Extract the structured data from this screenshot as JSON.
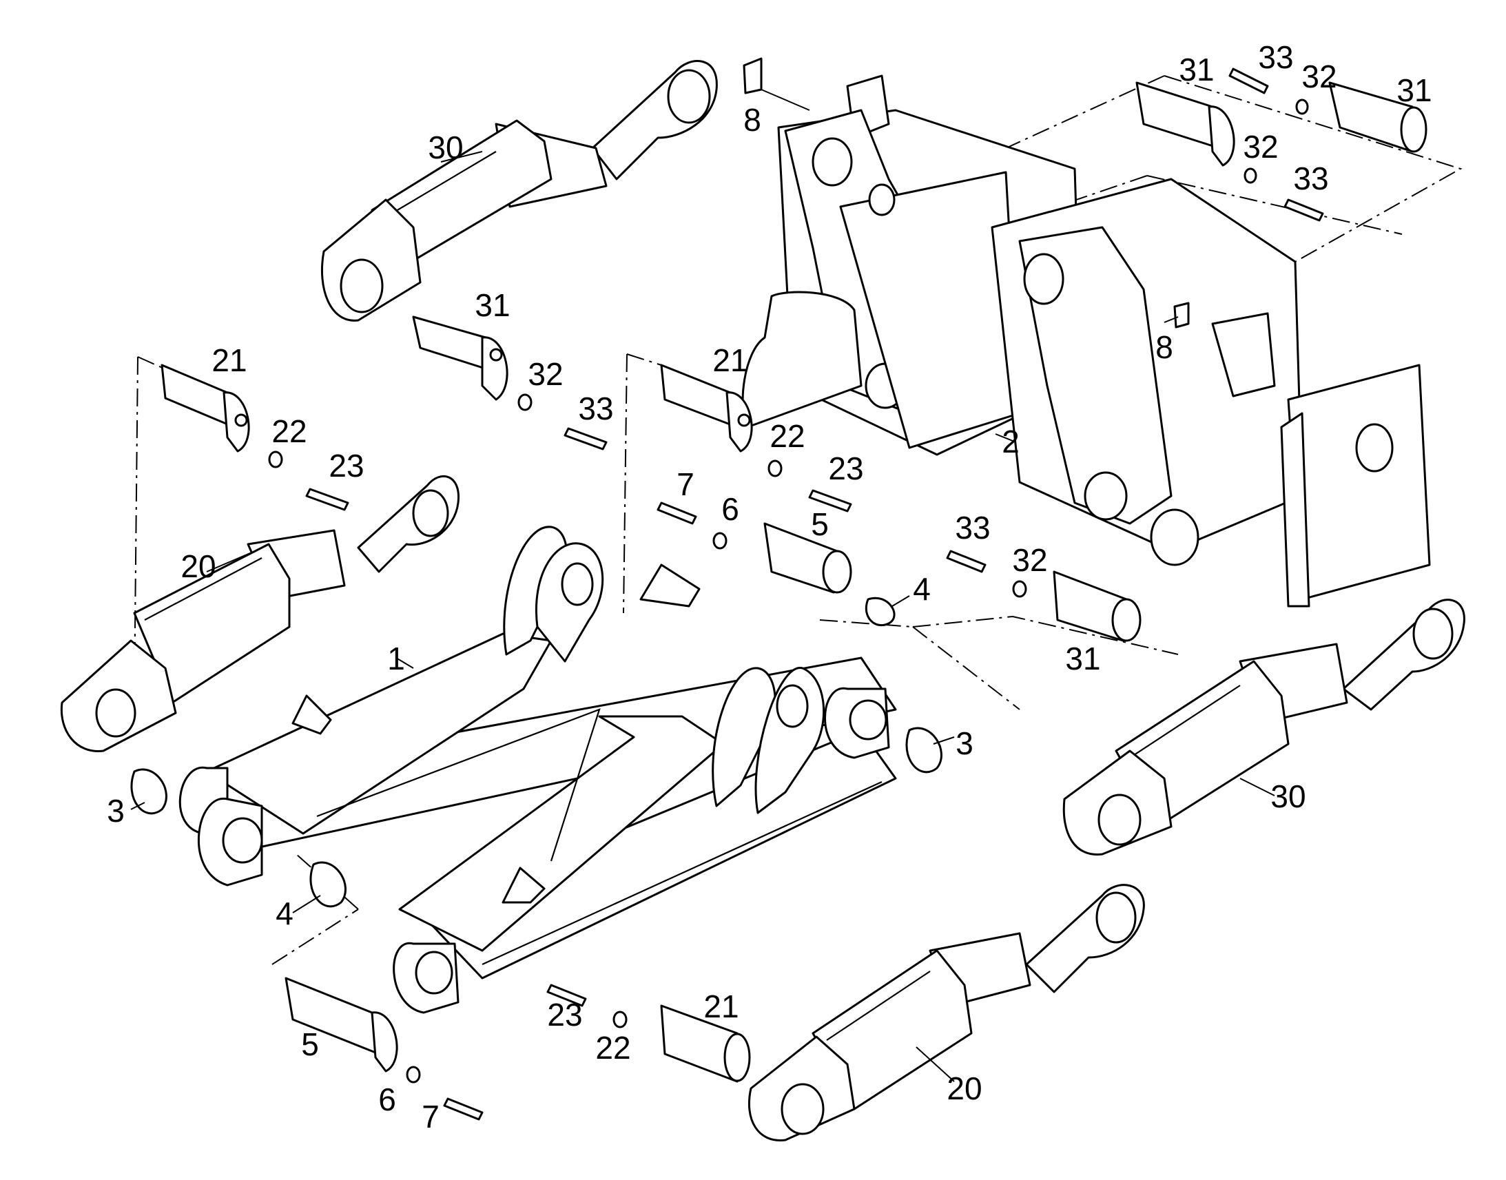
{
  "diagram": {
    "callouts": [
      "1",
      "2",
      "3",
      "3",
      "4",
      "4",
      "5",
      "5",
      "6",
      "6",
      "7",
      "7",
      "8",
      "8",
      "20",
      "20",
      "21",
      "21",
      "21",
      "22",
      "22",
      "22",
      "23",
      "23",
      "23",
      "30",
      "30",
      "31",
      "31",
      "31",
      "31",
      "32",
      "32",
      "32",
      "32",
      "33",
      "33",
      "33",
      "33"
    ]
  }
}
